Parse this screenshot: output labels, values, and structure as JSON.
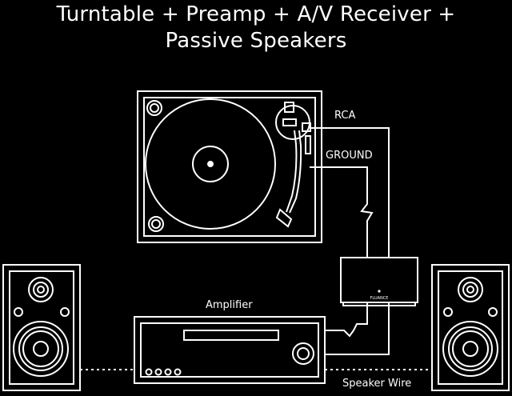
{
  "title": {
    "line1": "Turntable + Preamp + A/V Receiver +",
    "line2": "Passive Speakers"
  },
  "labels": {
    "rca": "RCA",
    "ground": "GROUND",
    "amplifier": "Amplifier",
    "speaker_wire": "Speaker Wire"
  },
  "preamp_brand": "FLUANCE",
  "colors": {
    "background": "#000000",
    "line": "#ffffff"
  }
}
